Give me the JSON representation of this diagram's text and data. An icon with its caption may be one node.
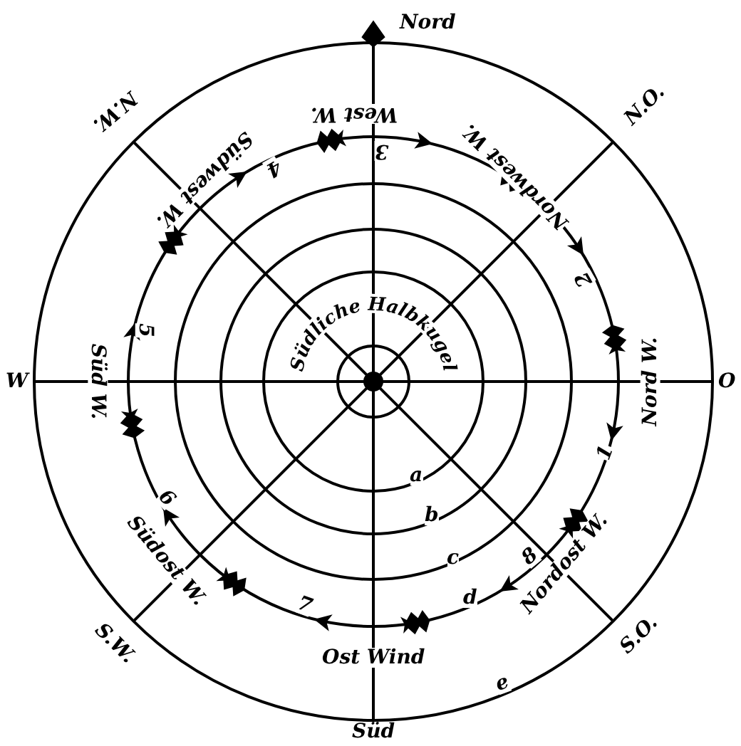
{
  "diagram": {
    "labels": [
      "Nord",
      "West W.",
      "N.W.",
      "N.O.",
      "Südwest W.",
      "Nordwest W.",
      "4",
      "3",
      "2",
      "W",
      "Süd W.",
      "Südliche Halbkugel",
      "Nord W.",
      "O",
      "5",
      "1",
      "a",
      "6",
      "b",
      "Südost W.",
      "c",
      "8",
      "Nordost W.",
      "7",
      "d",
      "S.W.",
      "Ost Wind",
      "S.O.",
      "e",
      "Süd"
    ]
  }
}
